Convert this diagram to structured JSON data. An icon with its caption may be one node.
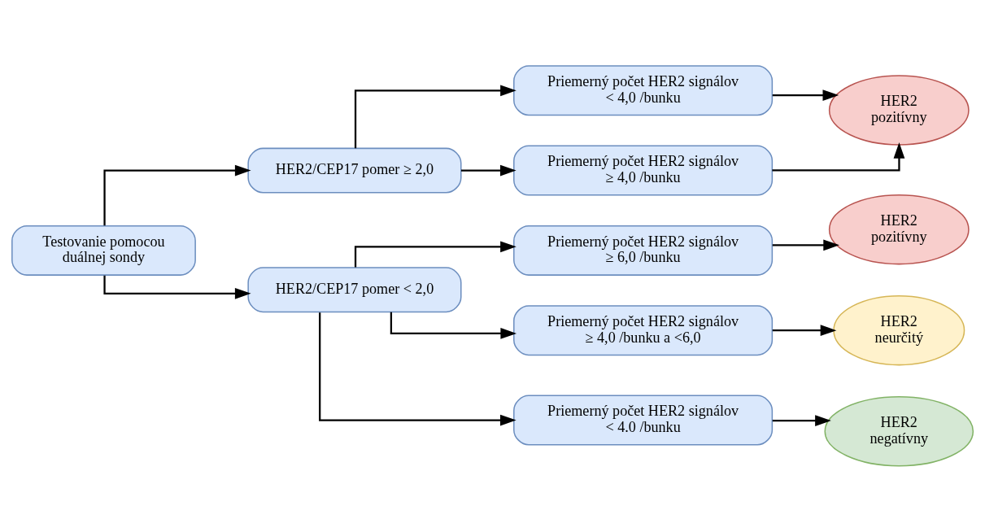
{
  "diagram": {
    "nodes": [
      {
        "text": [
          "Testovanie pomocou duálnej sondy"
        ]
      },
      {
        "text": [
          "HER2/CEP17 pomer ≥ 2,0"
        ]
      },
      {
        "text": [
          "HER2/CEP17 pomer < 2,0"
        ]
      },
      {
        "text": [
          "Priemerný počet HER2 signálov < 4,0 /bunku"
        ]
      },
      {
        "text": [
          "Priemerný počet HER2 signálov ≥ 4,0 /bunku"
        ]
      },
      {
        "text": [
          "Priemerný počet HER2 signálov ≥ 6,0 /bunku"
        ]
      },
      {
        "text": [
          "Priemerný počet HER2 signálov ≥ 4,0 /bunku a <6,0"
        ]
      },
      {
        "text": [
          "Priemerný počet HER2 signálov < 4.0 /bunku"
        ]
      },
      {
        "text": [
          "HER2 pozitívny"
        ]
      },
      {
        "text": [
          "HER2 pozitívny"
        ]
      },
      {
        "text": [
          "HER2 neurčitý"
        ]
      },
      {
        "text": [
          "HER2 negatívny"
        ]
      }
    ],
    "edges": [
      {
        "from": 0,
        "to": 1,
        "arrow": "to"
      },
      {
        "from": 0,
        "to": 2,
        "arrow": "to"
      },
      {
        "from": 1,
        "to": 3,
        "arrow": "to"
      },
      {
        "from": 1,
        "to": 4,
        "arrow": "to"
      },
      {
        "from": 2,
        "to": 5,
        "arrow": "to"
      },
      {
        "from": 2,
        "to": 6,
        "arrow": "to"
      },
      {
        "from": 2,
        "to": 7,
        "arrow": "to"
      },
      {
        "from": 3,
        "to": 8,
        "arrow": "to"
      },
      {
        "from": 4,
        "to": 8,
        "arrow": "to"
      },
      {
        "from": 5,
        "to": 9,
        "arrow": "to"
      },
      {
        "from": 6,
        "to": 10,
        "arrow": "to"
      },
      {
        "from": 7,
        "to": 11,
        "arrow": "to"
      }
    ]
  }
}
